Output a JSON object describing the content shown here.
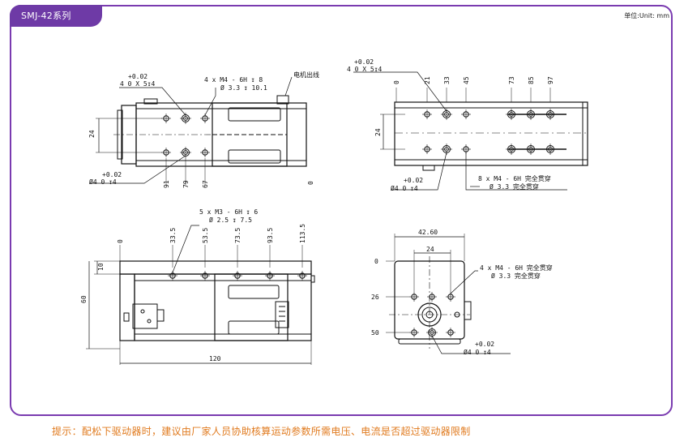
{
  "header": {
    "series_tag": "SMJ-42系列",
    "unit_label": "单位:Unit: mm"
  },
  "footer": {
    "tip": "提示：配松下驱动器时，建议由厂家人员协助核算运动参数所需电压、电流是否超过驱动器限制"
  },
  "views": {
    "top_left": {
      "tol_plus": "+0.02",
      "hole_top": "4  0    X 5↧4",
      "thread_note_1": "4 x  M4 - 6H ↧ 8",
      "thread_note_2": "Ø 3.3 ↧ 10.1",
      "motor_outlet": "电机出线",
      "dim_24": "24",
      "tol_plus_2": "+0.02",
      "hole_bottom": "Ø4  0   ↧4",
      "dims": [
        "91",
        "79",
        "67",
        "0"
      ]
    },
    "top_right": {
      "tol_plus": "+0.02",
      "hole_top": "4  0    X 5↧4",
      "dims": [
        "0",
        "21",
        "33",
        "45",
        "73",
        "85",
        "97"
      ],
      "dim_24": "24",
      "tol_plus_2": "+0.02",
      "hole_bottom": "Ø4  0   ↧4",
      "thread_note_1": "8 x  M4 - 6H 完全贯穿",
      "thread_note_2": "Ø 3.3 完全贯穿"
    },
    "bottom_left": {
      "thread_note_1": "5 x  M3 - 6H ↧ 6",
      "thread_note_2": "Ø 2.5 ↧ 7.5",
      "dims": [
        "0",
        "33.5",
        "53.5",
        "73.5",
        "93.5",
        "113.5"
      ],
      "dim_10": "10",
      "dim_60": "60",
      "dim_120": "120"
    },
    "bottom_right": {
      "dim_width": "42.60",
      "dim_24": "24",
      "dims_v": [
        "0",
        "26",
        "50"
      ],
      "thread_note_1": "4 x  M4 - 6H 完全贯穿",
      "thread_note_2": "Ø 3.3 完全贯穿",
      "tol_plus": "+0.02",
      "hole_bottom": "Ø4  0   ↧4"
    }
  }
}
